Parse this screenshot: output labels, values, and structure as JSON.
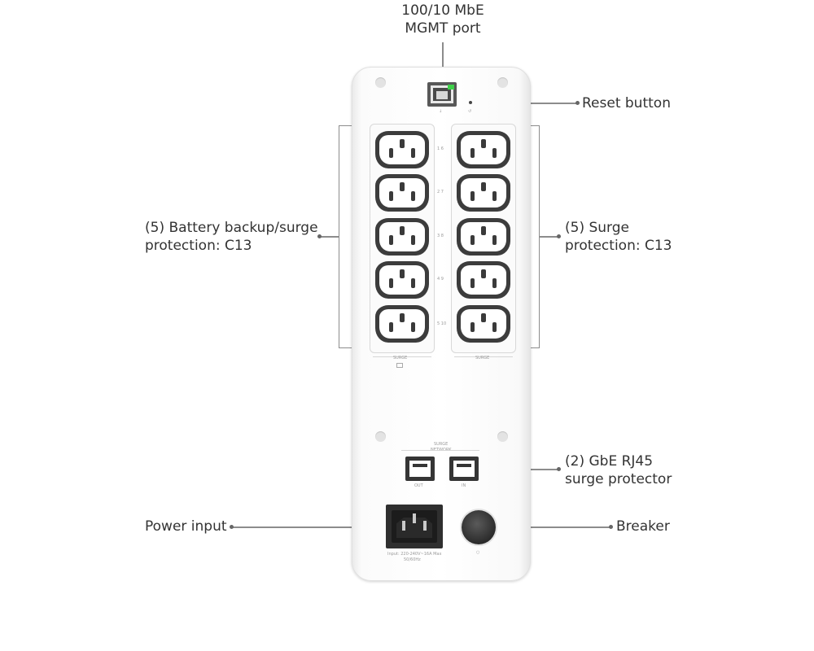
{
  "labels": {
    "mgmt_port_line1": "100/10 MbE",
    "mgmt_port_line2": "MGMT port",
    "reset": "Reset button",
    "battery_line1": "(5) Battery backup/surge",
    "battery_line2": "protection: C13",
    "surge_line1": "(5) Surge",
    "surge_line2": "protection: C13",
    "rj45_line1": "(2) GbE RJ45",
    "rj45_line2": "surge protector",
    "power_input": "Power input",
    "breaker": "Breaker"
  },
  "device_markings": {
    "left_group": "SURGE",
    "right_group": "SURGE",
    "network_title_1": "SURGE",
    "network_title_2": "NETWORK",
    "network_out": "OUT",
    "network_in": "IN",
    "power_rating_1": "Input: 220-240V~16A Max",
    "power_rating_2": "50/60Hz",
    "outlet_numbers": [
      "1  6",
      "2  7",
      "3  8",
      "4  9",
      "5  10"
    ]
  },
  "colors": {
    "line": "#8c8c8c",
    "port_led": "#3fd14a",
    "outlet": "#3c3c3c"
  }
}
